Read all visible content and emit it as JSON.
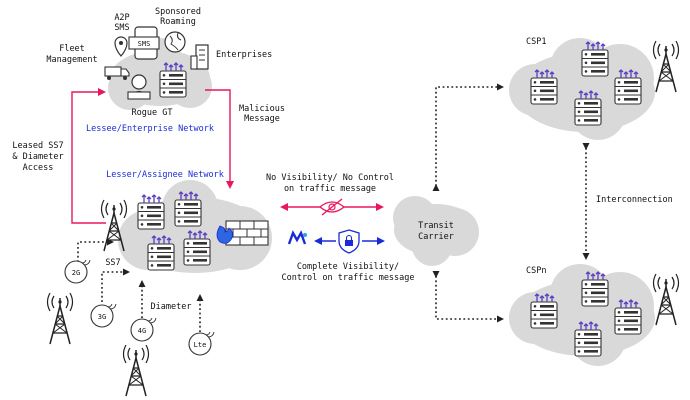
{
  "top_cloud": {
    "a2p_sms": [
      "A2P",
      "SMS"
    ],
    "sponsored_roaming": [
      "Sponsored",
      "Roaming"
    ],
    "fleet_management": [
      "Fleet",
      "Management"
    ],
    "enterprises": "Enterprises",
    "sms_badge": "SMS",
    "rogue_gt": "Rogue GT"
  },
  "labels": {
    "malicious_message": [
      "Malicious",
      "Message"
    ],
    "lessee_network": "Lessee/Enterprise Network",
    "lesser_network": "Lesser/Assignee Network",
    "leased_ss7": [
      "Leased SS7",
      "& Diameter",
      "Access"
    ],
    "no_visibility": [
      "No Visibility/ No Control",
      "on traffic message"
    ],
    "complete_visibility": [
      "Complete Visibility/",
      "Control on traffic message"
    ],
    "transit_carrier": [
      "Transit",
      "Carrier"
    ],
    "csp1": "CSP1",
    "cspn": "CSPn",
    "interconnection": "Interconnection",
    "ss7": "SS7",
    "diameter": "Diameter"
  },
  "generations": {
    "g2": "2G",
    "g3": "3G",
    "g4": "4G",
    "lte": "Lte"
  },
  "colors": {
    "accent_pink": "#e8185a",
    "accent_blue": "#1a2bd6",
    "cloud_grey": "#d9d9d9",
    "server_purple": "#5a3fc0",
    "dark": "#333333"
  }
}
